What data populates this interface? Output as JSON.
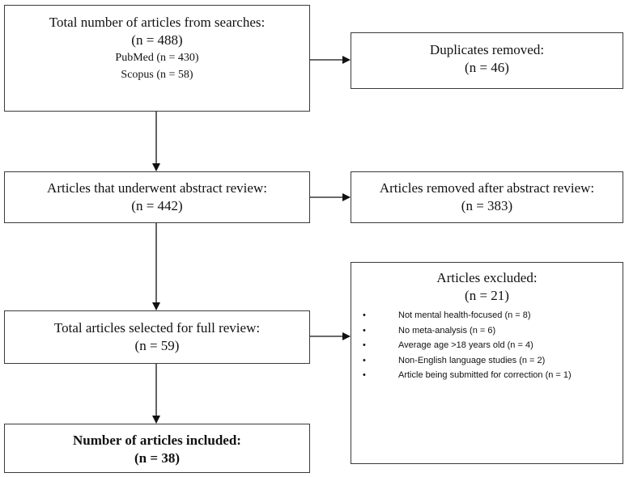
{
  "boxes": {
    "searches": {
      "title": "Total number of articles from searches:",
      "count": "(n = 488)",
      "sources": [
        "PubMed (n = 430)",
        "Scopus (n = 58)"
      ]
    },
    "duplicates": {
      "title": "Duplicates removed:",
      "count": "(n = 46)"
    },
    "abstract_review": {
      "title": "Articles that underwent abstract review:",
      "count": "(n = 442)"
    },
    "removed_after_abstract": {
      "title": "Articles removed after abstract review:",
      "count": "(n = 383)"
    },
    "full_review": {
      "title": "Total articles selected for full review:",
      "count": "(n = 59)"
    },
    "excluded": {
      "title": "Articles excluded:",
      "count": "(n = 21)",
      "bullet": "•",
      "reasons": [
        "Not mental health-focused (n = 8)",
        "No meta-analysis (n = 6)",
        "Average age >18 years old (n = 4)",
        "Non-English language studies (n = 2)",
        "Article being submitted for correction (n = 1)"
      ]
    },
    "included": {
      "title": "Number of articles included:",
      "count": "(n = 38)"
    }
  },
  "colors": {
    "border": "#3a3a3a",
    "arrow": "#111111",
    "background": "#ffffff"
  }
}
